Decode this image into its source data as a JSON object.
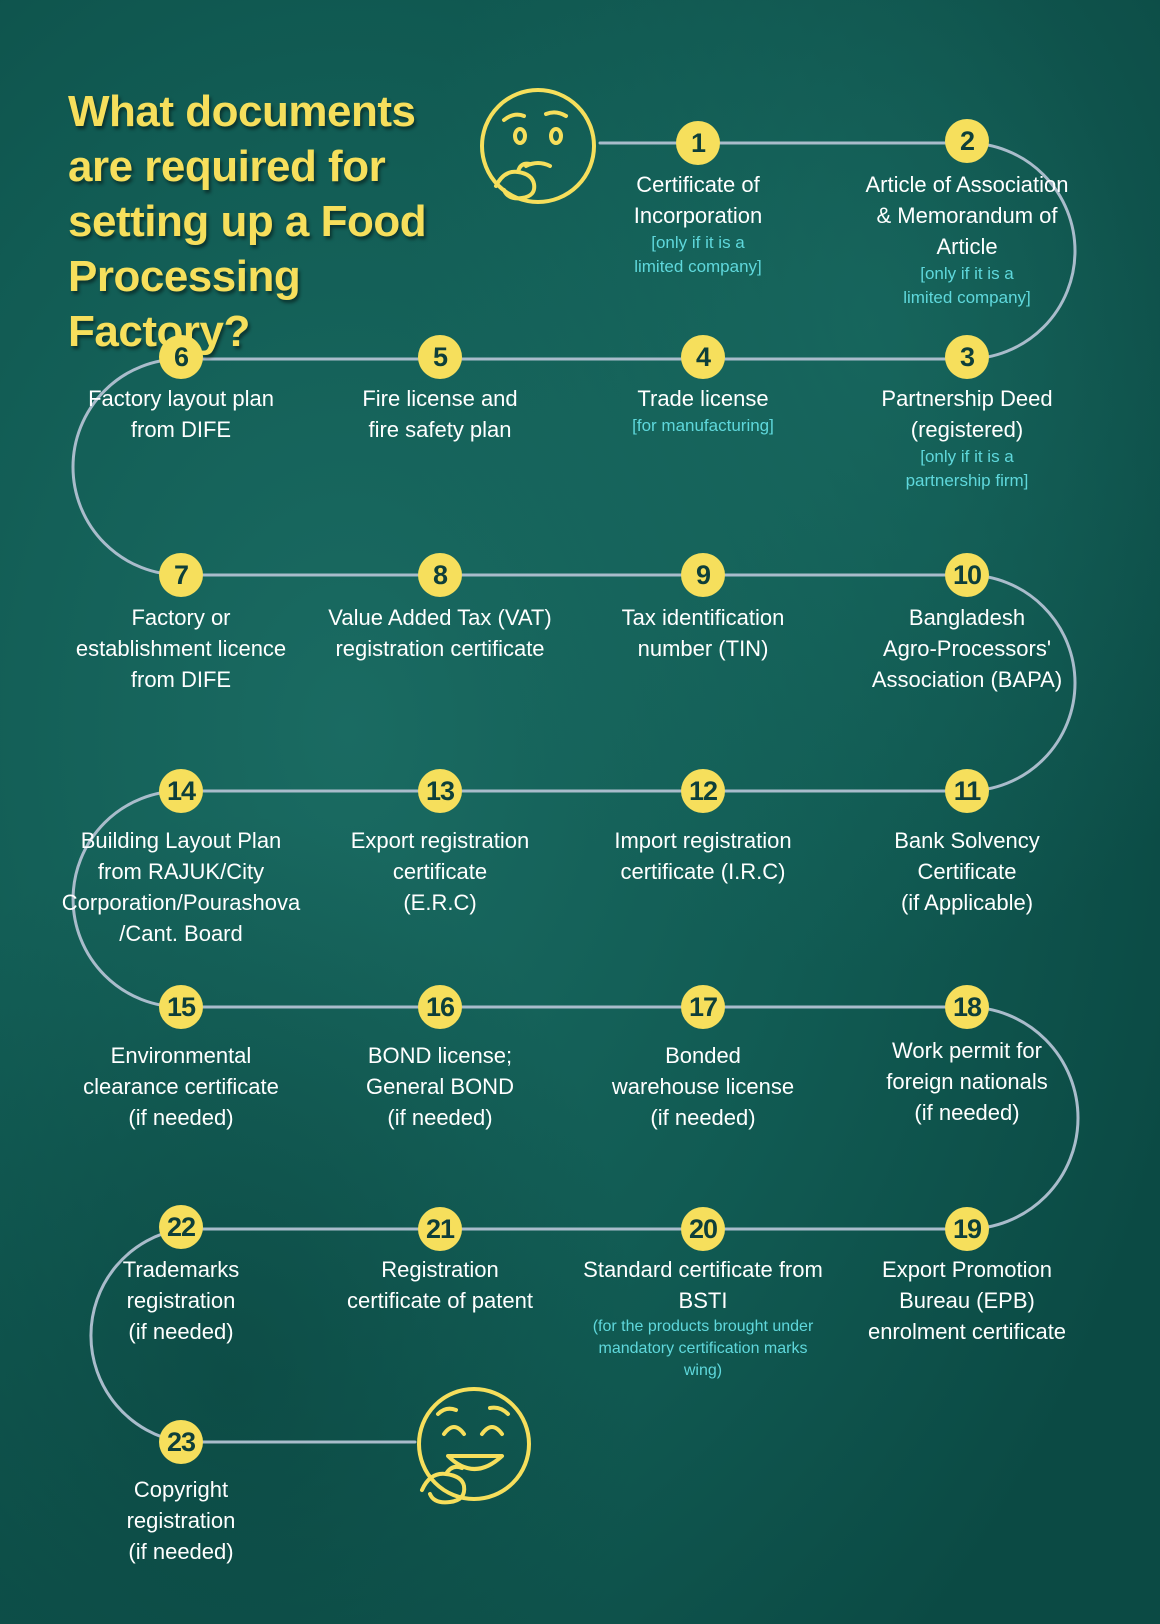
{
  "title": "What documents are required for setting up a Food Processing Factory?",
  "colors": {
    "background": "#0f5a52",
    "accent": "#f6df5c",
    "connector": "#a9bccb",
    "label": "#ffffff",
    "note": "#5fd8dc"
  },
  "icons": [
    "thinking-face-icon",
    "smiling-face-icon"
  ],
  "steps": [
    {
      "number": "1",
      "label": "Certificate of\nIncorporation",
      "note": "[only if it is a\nlimited company]"
    },
    {
      "number": "2",
      "label": "Article of Association\n& Memorandum of\nArticle",
      "note": "[only if it is a\nlimited company]"
    },
    {
      "number": "3",
      "label": "Partnership Deed\n(registered)",
      "note": "[only if it is a\npartnership firm]"
    },
    {
      "number": "4",
      "label": "Trade license",
      "note": "[for manufacturing]"
    },
    {
      "number": "5",
      "label": "Fire license and\nfire safety plan",
      "note": ""
    },
    {
      "number": "6",
      "label": "Factory layout plan\nfrom DIFE",
      "note": ""
    },
    {
      "number": "7",
      "label": "Factory or\nestablishment licence\nfrom DIFE",
      "note": ""
    },
    {
      "number": "8",
      "label": "Value Added Tax (VAT)\nregistration certificate",
      "note": ""
    },
    {
      "number": "9",
      "label": "Tax identification\nnumber (TIN)",
      "note": ""
    },
    {
      "number": "10",
      "label": "Bangladesh\nAgro-Processors'\nAssociation (BAPA)",
      "note": ""
    },
    {
      "number": "11",
      "label": "Bank Solvency\nCertificate\n(if Applicable)",
      "note": ""
    },
    {
      "number": "12",
      "label": "Import registration\ncertificate (I.R.C)",
      "note": ""
    },
    {
      "number": "13",
      "label": "Export registration\ncertificate\n(E.R.C)",
      "note": ""
    },
    {
      "number": "14",
      "label": "Building Layout Plan\nfrom RAJUK/City\nCorporation/Pourashova\n/Cant. Board",
      "note": ""
    },
    {
      "number": "15",
      "label": "Environmental\nclearance certificate\n(if needed)",
      "note": ""
    },
    {
      "number": "16",
      "label": "BOND license;\nGeneral BOND\n(if needed)",
      "note": ""
    },
    {
      "number": "17",
      "label": "Bonded\nwarehouse license\n(if needed)",
      "note": ""
    },
    {
      "number": "18",
      "label": "Work permit for\nforeign nationals\n(if needed)",
      "note": ""
    },
    {
      "number": "19",
      "label": "Export Promotion\nBureau (EPB)\nenrolment certificate",
      "note": ""
    },
    {
      "number": "20",
      "label": "Standard certificate from\nBSTI",
      "note": "(for the products brought under\nmandatory certification marks\nwing)"
    },
    {
      "number": "21",
      "label": "Registration\ncertificate of patent",
      "note": ""
    },
    {
      "number": "22",
      "label": "Trademarks\nregistration\n(if needed)",
      "note": ""
    },
    {
      "number": "23",
      "label": "Copyright\nregistration\n(if needed)",
      "note": ""
    }
  ]
}
